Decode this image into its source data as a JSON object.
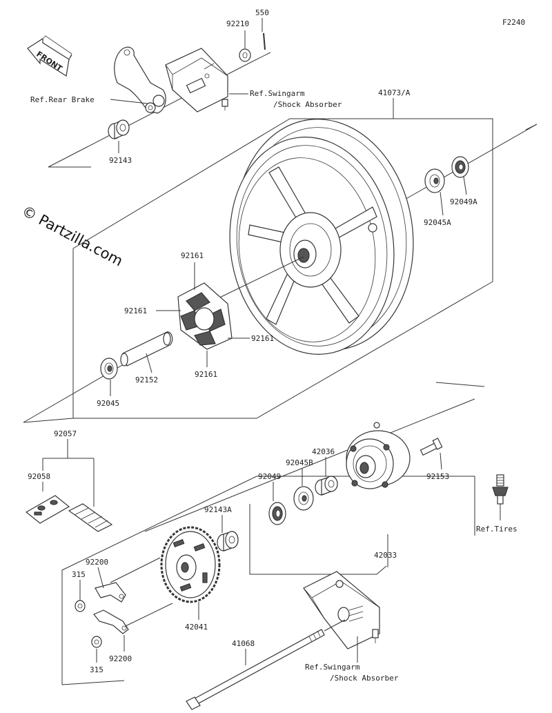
{
  "figure_code": "F2240",
  "watermark": "© Partzilla.com",
  "front_label": "FRONT",
  "refs": {
    "rear_brake": "Ref.Rear Brake",
    "swingarm_top_1": "Ref.Swingarm",
    "swingarm_top_2": "/Shock Absorber",
    "swingarm_bottom_1": "Ref.Swingarm",
    "swingarm_bottom_2": "/Shock Absorber",
    "tires": "Ref.Tires"
  },
  "parts": {
    "p550": "550",
    "p92210": "92210",
    "p92143": "92143",
    "p41073A": "41073/A",
    "p92049A": "92049A",
    "p92045A": "92045A",
    "p92161_top": "92161",
    "p92161_left": "92161",
    "p92161_right": "92161",
    "p92161_bottom": "92161",
    "p92152": "92152",
    "p92045": "92045",
    "p92057": "92057",
    "p92058": "92058",
    "p42036": "42036",
    "p92045B": "92045B",
    "p92049": "92049",
    "p92153": "92153",
    "p92143A": "92143A",
    "p42033": "42033",
    "p92200_top": "92200",
    "p315_top": "315",
    "p42041": "42041",
    "p41068": "41068",
    "p315_bottom": "315",
    "p92200_bottom": "92200"
  }
}
